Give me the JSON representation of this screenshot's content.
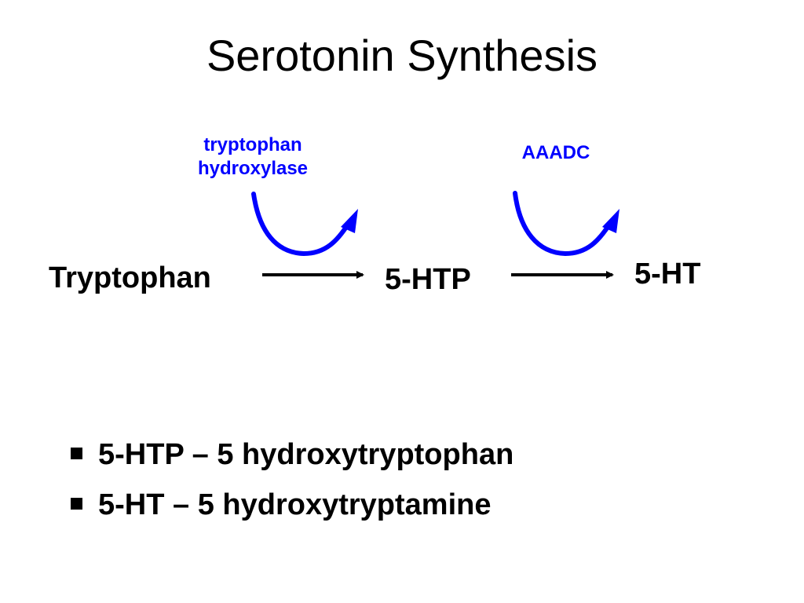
{
  "slide": {
    "title": "Serotonin Synthesis",
    "pathway": {
      "compounds": [
        "Tryptophan",
        "5-HTP",
        "5-HT"
      ],
      "enzymes": [
        {
          "line1": "tryptophan",
          "line2": "hydroxylase"
        },
        {
          "line1": "AAADC"
        }
      ]
    },
    "bullets": [
      "5-HTP – 5 hydroxytryptophan",
      "5-HT – 5 hydroxytryptamine"
    ]
  },
  "colors": {
    "enzyme_text": "#0000ff",
    "enzyme_arrow": "#0000ff",
    "reaction_arrow": "#000000",
    "background": "#ffffff"
  }
}
